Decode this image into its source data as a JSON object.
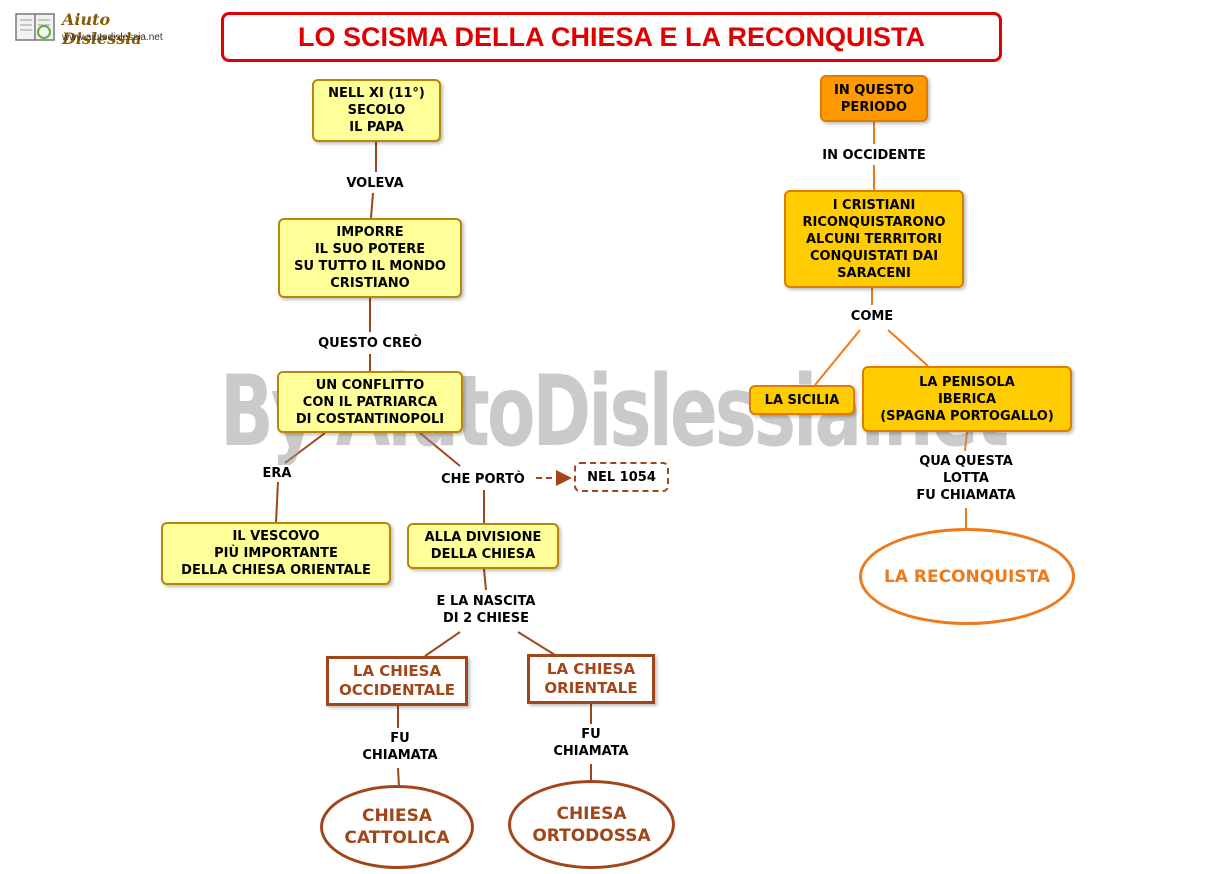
{
  "header": {
    "logo_name": "Aiuto Dislessia",
    "logo_url": "www.aiutodislessia.net",
    "title": "LO SCISMA DELLA CHIESA E LA RECONQUISTA"
  },
  "watermark": "By AiutoDislessia.net",
  "nodes": {
    "n_papa": "NELL XI (11°)\nSECOLO\nIL PAPA",
    "n_imporre": "IMPORRE\nIL SUO POTERE\nSU TUTTO IL MONDO\nCRISTIANO",
    "n_conflitto": "UN CONFLITTO\nCON IL PATRIARCA\nDI COSTANTINOPOLI",
    "n_vescovo": "IL VESCOVO\nPIÙ IMPORTANTE\nDELLA CHIESA ORIENTALE",
    "n_divisione": "ALLA DIVISIONE\nDELLA CHIESA",
    "n_1054": "NEL 1054",
    "n_occidentale": "LA CHIESA\nOCCIDENTALE",
    "n_orientale": "LA CHIESA\nORIENTALE",
    "n_cattolica": "CHIESA\nCATTOLICA",
    "n_ortodossa": "CHIESA\nORTODOSSA",
    "n_periodo": "IN QUESTO\nPERIODO",
    "n_cristiani": "I CRISTIANI\nRICONQUISTARONO\nALCUNI TERRITORI\nCONQUISTATI DAI\nSARACENI",
    "n_sicilia": "LA SICILIA",
    "n_penisola": "LA PENISOLA\nIBERICA\n(SPAGNA PORTOGALLO)",
    "n_reconquista": "LA RECONQUISTA"
  },
  "labels": {
    "l_voleva": "VOLEVA",
    "l_questo_creo": "QUESTO CREÒ",
    "l_era": "ERA",
    "l_che_porto": "CHE PORTÒ",
    "l_nascita": "E LA NASCITA\nDI 2 CHIESE",
    "l_fu_chiamata_1": "FU\nCHIAMATA",
    "l_fu_chiamata_2": "FU\nCHIAMATA",
    "l_in_occidente": "IN OCCIDENTE",
    "l_come": "COME",
    "l_qua_questa": "QUA QUESTA\nLOTTA\nFU CHIAMATA"
  },
  "colors": {
    "title_red": "#e00000",
    "box_yellow": "#ffff99",
    "box_gold": "#ffcc00",
    "box_orange": "#ff9900",
    "brown": "#a0461a",
    "orange_line": "#f07a1a"
  }
}
